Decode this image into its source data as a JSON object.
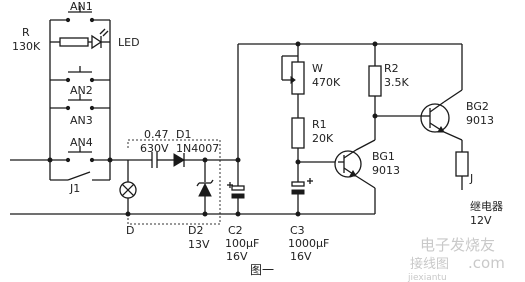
{
  "labels": {
    "an1": "AN1",
    "r": "R",
    "r_value": "130K",
    "led": "LED",
    "an2": "AN2",
    "an3": "AN3",
    "an4": "AN4",
    "j1": "J1",
    "cap_value": "0.47",
    "cap_voltage": "630V",
    "d1": "D1",
    "d1_part": "1N4007",
    "d": "D",
    "d2": "D2",
    "d2_value": "13V",
    "c2": "C2",
    "c2_value": "100µF",
    "c2_voltage": "16V",
    "w": "W",
    "w_value": "470K",
    "r1": "R1",
    "r1_value": "20K",
    "c3": "C3",
    "c3_value": "1000µF",
    "c3_voltage": "16V",
    "r2": "R2",
    "r2_value": "3.5K",
    "bg1": "BG1",
    "bg1_part": "9013",
    "bg2": "BG2",
    "bg2_part": "9013",
    "j": "J",
    "relay": "继电器",
    "relay_voltage": "12V",
    "figure_caption": "图一"
  },
  "watermark": {
    "line1": "电子发烧友",
    "line2": "接线图",
    "site": ".com",
    "domain": "jiexiantu"
  }
}
